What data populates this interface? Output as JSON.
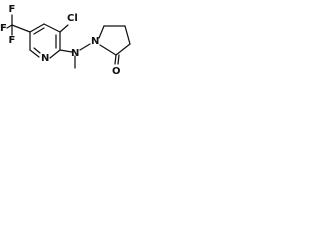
{
  "molecule": {
    "atoms": {
      "fluorine_top": "F",
      "fluorine_left": "F",
      "fluorine_bottom": "F",
      "chlorine": "Cl",
      "pyridine_nitrogen": "N",
      "amine_nitrogen": "N",
      "lactam_nitrogen": "N",
      "carbonyl_oxygen": "O"
    }
  },
  "colors": {
    "ink": "#111111",
    "background": "#ffffff"
  }
}
